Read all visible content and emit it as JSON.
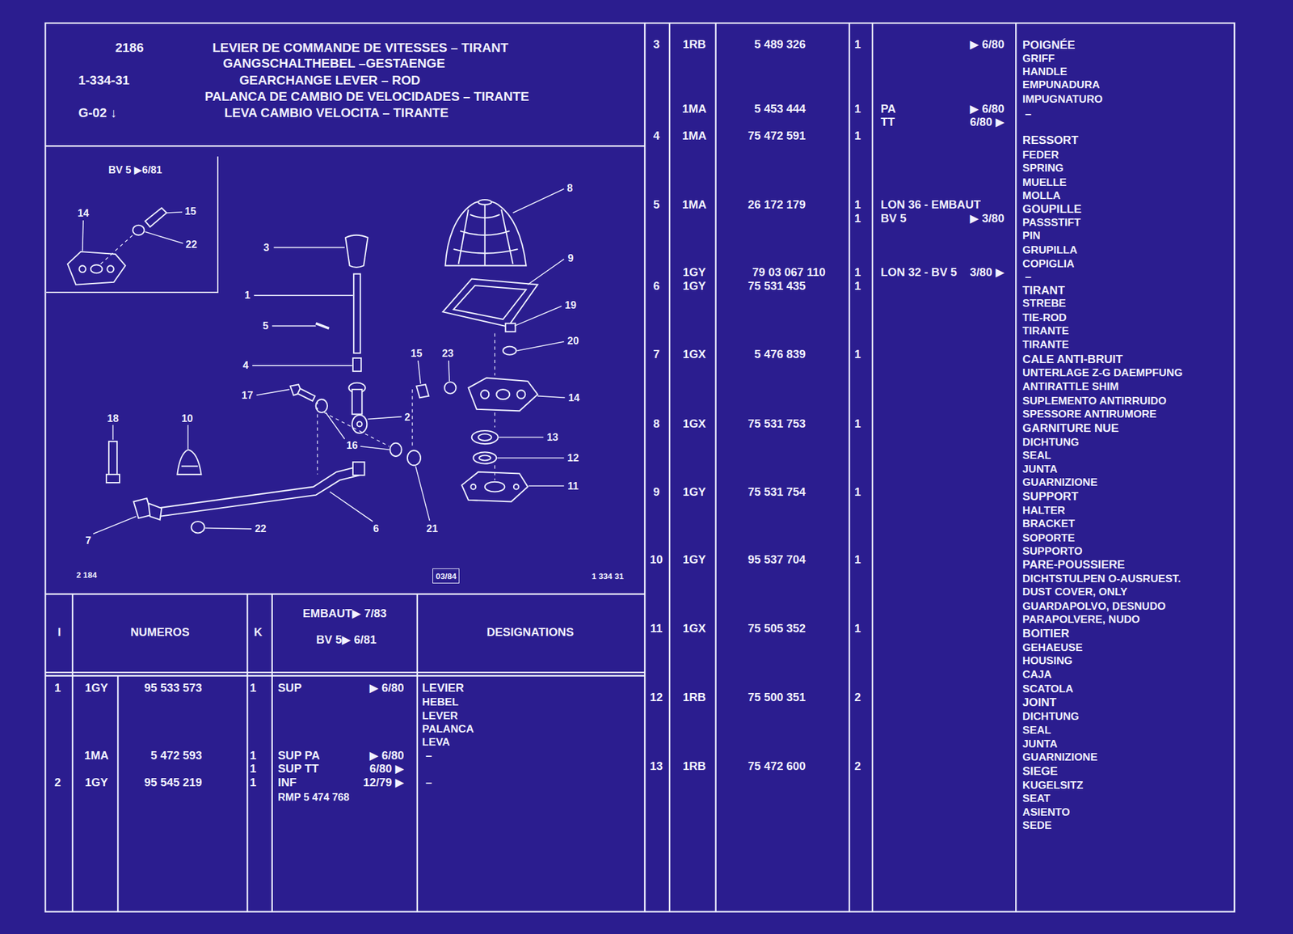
{
  "diagram": {
    "title": "LEVIER DE COMMANDE DE VITESSES – TIRANT",
    "nodes": [
      {
        "text": [
          "BV 5 ▶6/81"
        ]
      },
      {
        "text": [
          "03/84"
        ]
      }
    ],
    "labels": [
      "2186",
      "1-334-31",
      "G-02 ↓",
      "GANGSCHALTHEBEL –GESTAENGE",
      "GEARCHANGE LEVER – ROD",
      "PALANCA DE CAMBIO DE VELOCIDADES – TIRANTE",
      "LEVA CAMBIO VELOCITA – TIRANTE",
      "14",
      "15",
      "22",
      "8",
      "3",
      "9",
      "1",
      "19",
      "5",
      "20",
      "15",
      "23",
      "4",
      "17",
      "14",
      "2",
      "18",
      "10",
      "16",
      "13",
      "12",
      "11",
      "22",
      "6",
      "21",
      "7",
      "2 184",
      "1 334 31",
      "I",
      "NUMEROS",
      "K",
      "EMBAUT▶ 7/83",
      "BV 5▶ 6/81",
      "DESIGNATIONS",
      "1",
      "1GY",
      "95 533 573",
      "1",
      "SUP",
      "▶ 6/80",
      "LEVIER",
      "HEBEL",
      "LEVER",
      "PALANCA",
      "LEVA",
      "1MA",
      "5 472 593",
      "1",
      "SUP PA",
      "▶ 6/80",
      "–",
      "1",
      "SUP TT",
      "6/80 ▶",
      "2",
      "1GY",
      "95 545 219",
      "1",
      "INF",
      "12/79 ▶",
      "–",
      "RMP 5 474 768",
      "3",
      "1RB",
      "5 489 326",
      "1",
      "▶ 6/80",
      "POIGNÉE",
      "GRIFF",
      "HANDLE",
      "EMPUNADURA",
      "IMPUGNATURO",
      "1MA",
      "5 453 444",
      "1",
      "PA",
      "▶ 6/80",
      "–",
      "TT",
      "6/80 ▶",
      "4",
      "1MA",
      "75 472 591",
      "1",
      "RESSORT",
      "FEDER",
      "SPRING",
      "MUELLE",
      "MOLLA",
      "5",
      "1MA",
      "26 172 179",
      "1",
      "LON 36 - EMBAUT",
      "GOUPILLE",
      "1",
      "BV 5",
      "▶ 3/80",
      "PASSSTIFT",
      "PIN",
      "GRUPILLA",
      "COPIGLIA",
      "1GY",
      "79 03 067 110",
      "1",
      "LON 32 - BV 5",
      "3/80 ▶",
      "–",
      "6",
      "1GY",
      "75 531 435",
      "1",
      "TIRANT",
      "STREBE",
      "TIE-ROD",
      "TIRANTE",
      "TIRANTE",
      "7",
      "1GX",
      "5 476 839",
      "1",
      "CALE ANTI-BRUIT",
      "UNTERLAGE Z-G DAEMPFUNG",
      "ANTIRATTLE SHIM",
      "SUPLEMENTO ANTIRRUIDO",
      "SPESSORE ANTIRUMORE",
      "8",
      "1GX",
      "75 531 753",
      "1",
      "GARNITURE NUE",
      "DICHTUNG",
      "SEAL",
      "JUNTA",
      "GUARNIZIONE",
      "9",
      "1GY",
      "75 531 754",
      "1",
      "SUPPORT",
      "HALTER",
      "BRACKET",
      "SOPORTE",
      "SUPPORTO",
      "10",
      "1GY",
      "95 537 704",
      "1",
      "PARE-POUSSIERE",
      "DICHTSTULPEN O-AUSRUEST.",
      "DUST COVER, ONLY",
      "GUARDAPOLVO, DESNUDO",
      "PARAPOLVERE, NUDO",
      "11",
      "1GX",
      "75 505 352",
      "1",
      "BOITIER",
      "GEHAEUSE",
      "HOUSING",
      "CAJA",
      "SCATOLA",
      "12",
      "1RB",
      "75 500 351",
      "2",
      "JOINT",
      "DICHTUNG",
      "SEAL",
      "JUNTA",
      "GUARNIZIONE",
      "13",
      "1RB",
      "75 472 600",
      "2",
      "SIEGE",
      "KUGELSITZ",
      "SEAT",
      "ASIENTO",
      "SEDE"
    ]
  }
}
